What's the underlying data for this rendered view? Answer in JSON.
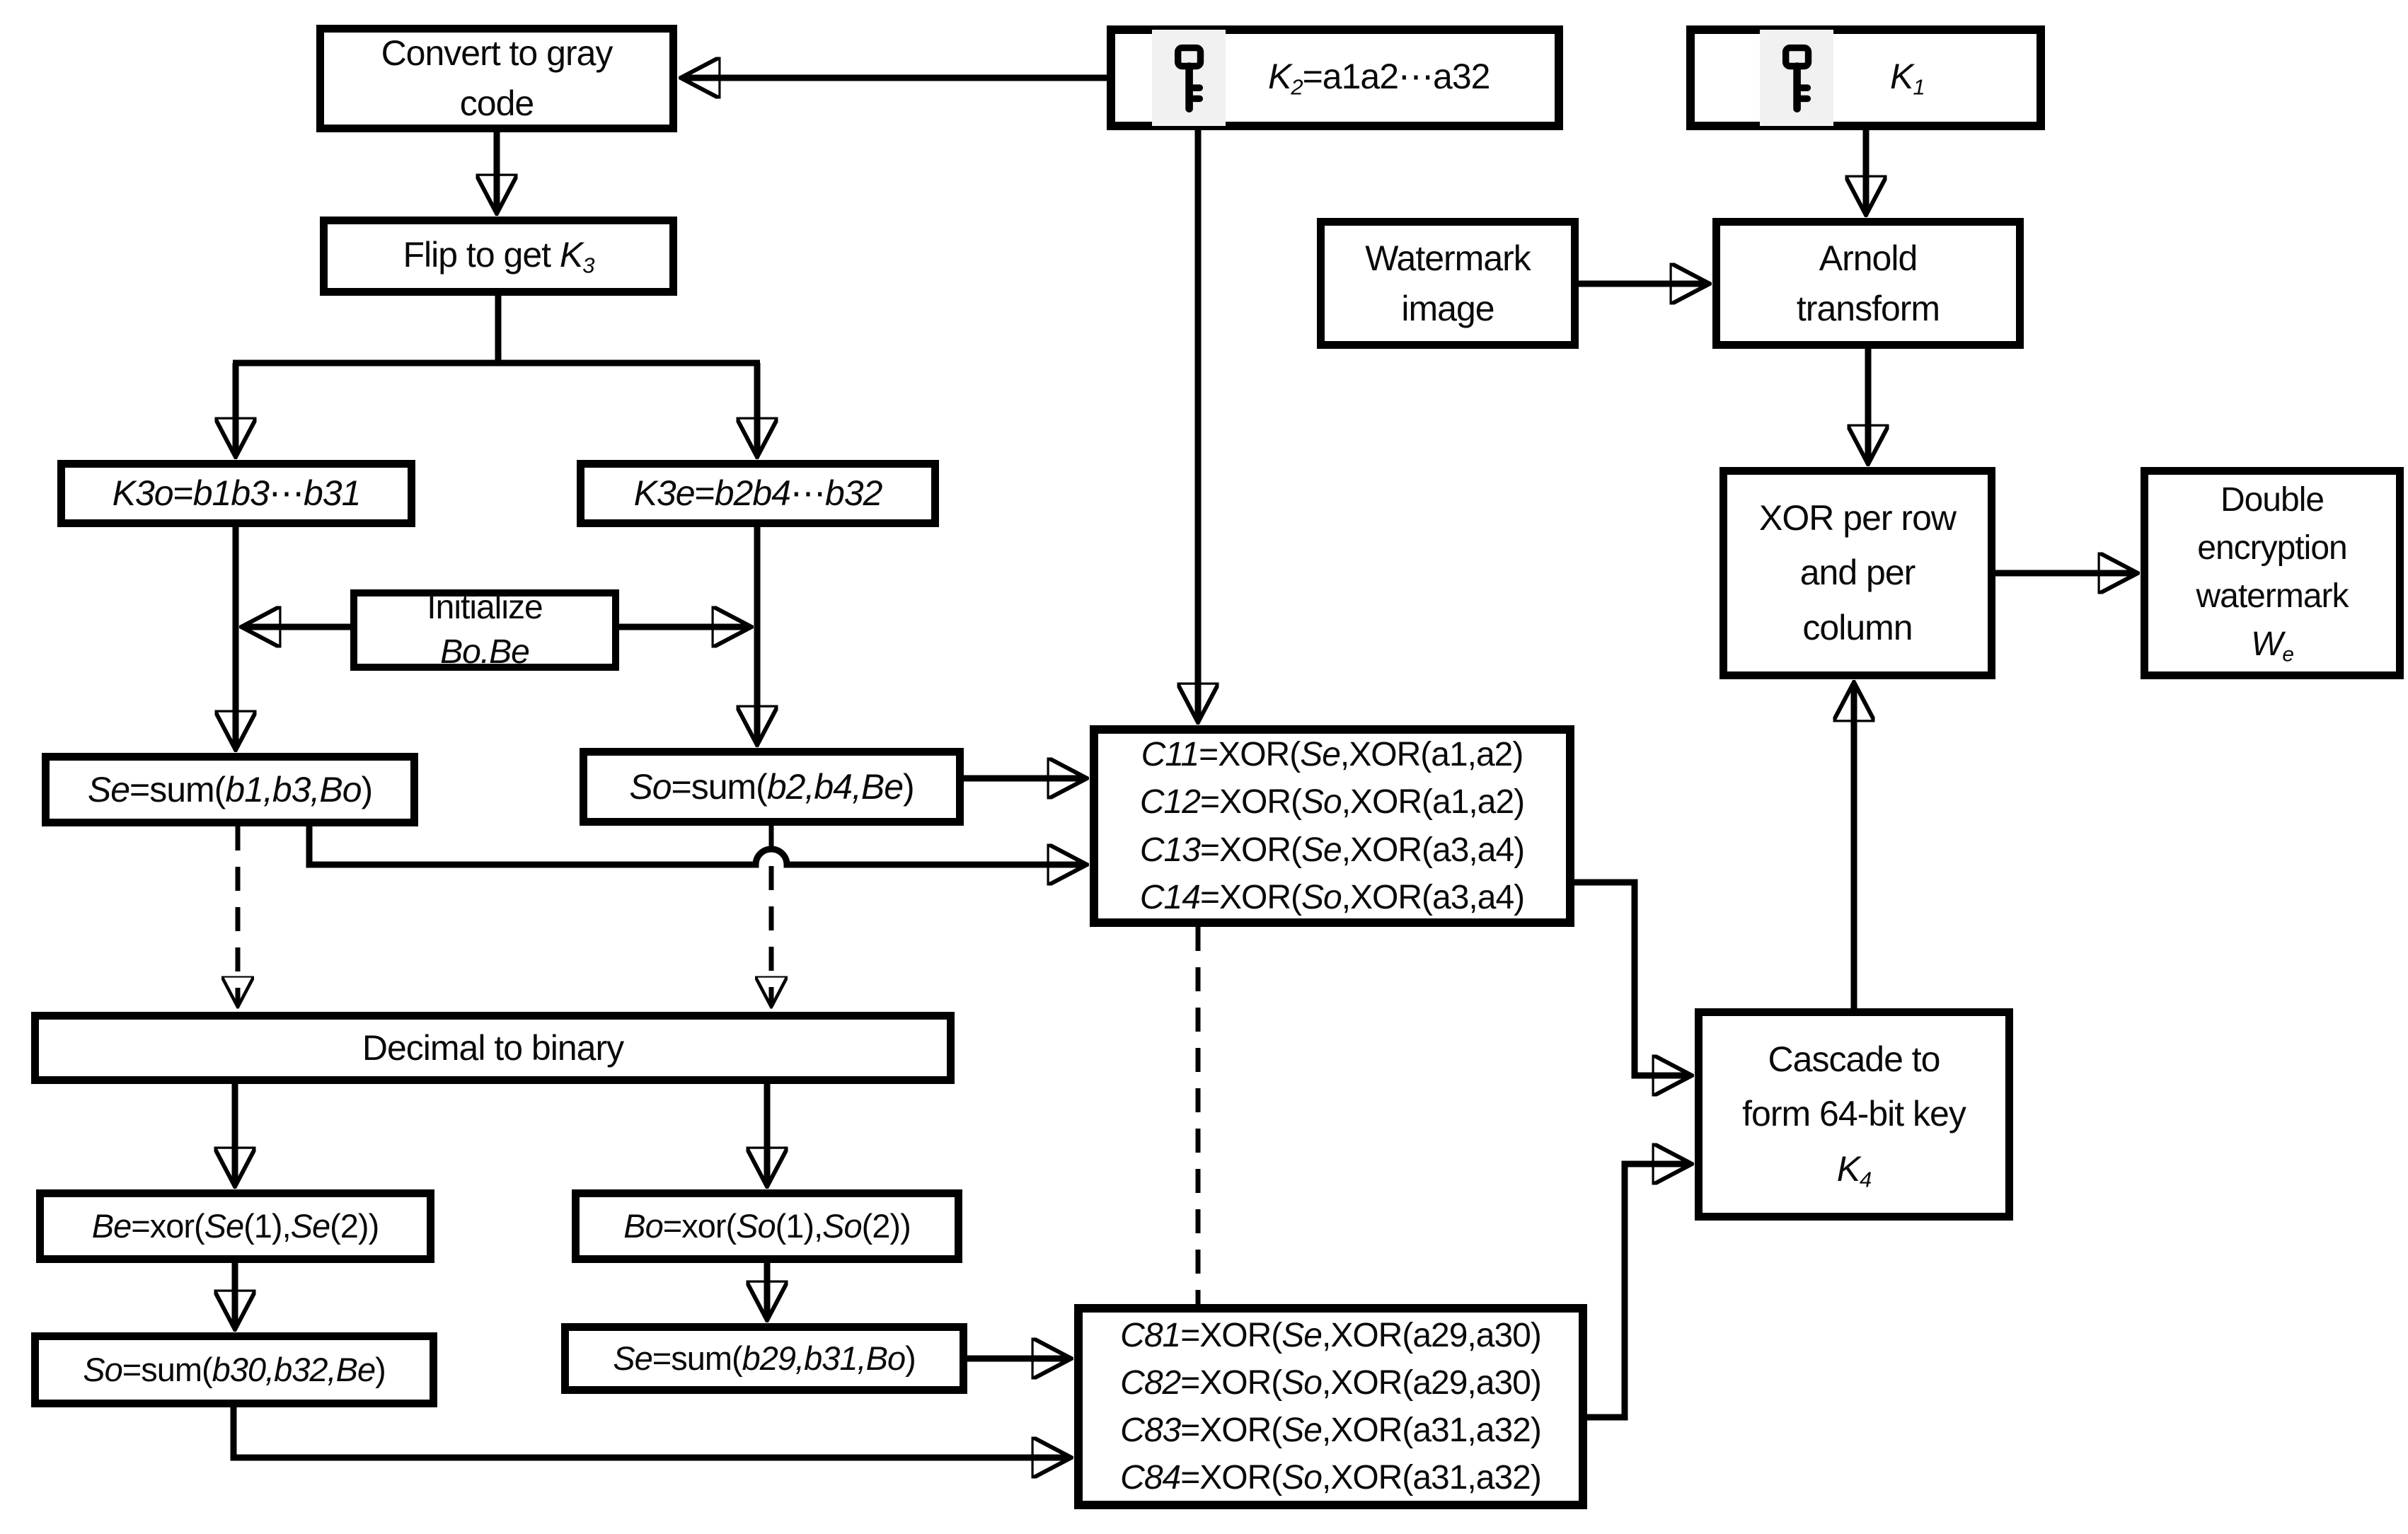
{
  "colors": {
    "stroke": "#000000",
    "box_border": "#000000",
    "box_background": "#ffffff",
    "key_icon_background": "#f1f1f1",
    "text": "#0a0a0a"
  },
  "icons": {
    "k1": "key-icon",
    "k2": "key-icon"
  },
  "diagram": {
    "boxes": {
      "convert": {
        "lines": [
          [
            {
              "t": "Convert to gray"
            }
          ],
          [
            {
              "t": "code"
            }
          ]
        ]
      },
      "flip": {
        "lines": [
          [
            {
              "t": "Flip to get "
            },
            {
              "t": "K",
              "i": 1
            },
            {
              "t": "3",
              "i": 1,
              "s": 1
            }
          ]
        ]
      },
      "k3o": {
        "lines": [
          [
            {
              "t": "K3o",
              "i": 1
            },
            {
              "t": "="
            },
            {
              "t": "b1b3",
              "i": 1
            },
            {
              "t": "⋯"
            },
            {
              "t": "b31",
              "i": 1
            }
          ]
        ]
      },
      "k3e": {
        "lines": [
          [
            {
              "t": "K3e",
              "i": 1
            },
            {
              "t": "="
            },
            {
              "t": "b2b4",
              "i": 1
            },
            {
              "t": "⋯"
            },
            {
              "t": "b32",
              "i": 1
            }
          ]
        ]
      },
      "init": {
        "lines": [
          [
            {
              "t": "Initialize"
            }
          ],
          [
            {
              "t": "Bo.Be",
              "i": 1
            }
          ]
        ]
      },
      "se1": {
        "lines": [
          [
            {
              "t": "Se",
              "i": 1
            },
            {
              "t": "=sum("
            },
            {
              "t": "b1,b3,Bo",
              "i": 1
            },
            {
              "t": ")"
            }
          ]
        ]
      },
      "so1": {
        "lines": [
          [
            {
              "t": "So",
              "i": 1
            },
            {
              "t": "=sum("
            },
            {
              "t": "b2,b4,Be",
              "i": 1
            },
            {
              "t": ")"
            }
          ]
        ]
      },
      "dec2bin": {
        "lines": [
          [
            {
              "t": "Decimal to binary"
            }
          ]
        ]
      },
      "be": {
        "lines": [
          [
            {
              "t": "Be",
              "i": 1
            },
            {
              "t": "=xor("
            },
            {
              "t": "Se",
              "i": 1
            },
            {
              "t": "(1),"
            },
            {
              "t": "Se",
              "i": 1
            },
            {
              "t": "(2))"
            }
          ]
        ]
      },
      "bo": {
        "lines": [
          [
            {
              "t": "Bo",
              "i": 1
            },
            {
              "t": "=xor("
            },
            {
              "t": "So",
              "i": 1
            },
            {
              "t": "(1),"
            },
            {
              "t": "So",
              "i": 1
            },
            {
              "t": "(2))"
            }
          ]
        ]
      },
      "so2": {
        "lines": [
          [
            {
              "t": "So",
              "i": 1
            },
            {
              "t": "=sum("
            },
            {
              "t": "b30,b32,Be",
              "i": 1
            },
            {
              "t": ")"
            }
          ]
        ]
      },
      "se2": {
        "lines": [
          [
            {
              "t": "Se",
              "i": 1
            },
            {
              "t": "=sum("
            },
            {
              "t": "b29,b31,Bo",
              "i": 1
            },
            {
              "t": ")"
            }
          ]
        ]
      },
      "k2": {
        "lines": [
          [
            {
              "t": "K",
              "i": 1
            },
            {
              "t": "2",
              "i": 1,
              "s": 1
            },
            {
              "t": "=a1a2⋯a32"
            }
          ]
        ]
      },
      "k1": {
        "lines": [
          [
            {
              "t": "K",
              "i": 1
            },
            {
              "t": "1",
              "i": 1,
              "s": 1
            }
          ]
        ]
      },
      "watermark": {
        "lines": [
          [
            {
              "t": "Watermark"
            }
          ],
          [
            {
              "t": "image"
            }
          ]
        ]
      },
      "arnold": {
        "lines": [
          [
            {
              "t": "Arnold"
            }
          ],
          [
            {
              "t": "transform"
            }
          ]
        ]
      },
      "xor": {
        "lines": [
          [
            {
              "t": "XOR per row"
            }
          ],
          [
            {
              "t": "and per"
            }
          ],
          [
            {
              "t": "column"
            }
          ]
        ]
      },
      "dbl": {
        "lines": [
          [
            {
              "t": "Double"
            }
          ],
          [
            {
              "t": "encryption"
            }
          ],
          [
            {
              "t": "watermark"
            }
          ],
          [
            {
              "t": "W",
              "i": 1
            },
            {
              "t": "e",
              "i": 1,
              "s": 1
            }
          ]
        ]
      },
      "c1": {
        "lines": [
          [
            {
              "t": "C11",
              "i": 1
            },
            {
              "t": "=XOR("
            },
            {
              "t": "Se",
              "i": 1
            },
            {
              "t": ",XOR(a1,a2)"
            }
          ],
          [
            {
              "t": "C12",
              "i": 1
            },
            {
              "t": "=XOR("
            },
            {
              "t": "So",
              "i": 1
            },
            {
              "t": ",XOR(a1,a2)"
            }
          ],
          [
            {
              "t": "C13",
              "i": 1
            },
            {
              "t": "=XOR("
            },
            {
              "t": "Se",
              "i": 1
            },
            {
              "t": ",XOR(a3,a4)"
            }
          ],
          [
            {
              "t": "C14",
              "i": 1
            },
            {
              "t": "=XOR("
            },
            {
              "t": "So",
              "i": 1
            },
            {
              "t": ",XOR(a3,a4)"
            }
          ]
        ]
      },
      "cascade": {
        "lines": [
          [
            {
              "t": "Cascade to"
            }
          ],
          [
            {
              "t": "form 64-bit key"
            }
          ],
          [
            {
              "t": "K",
              "i": 1
            },
            {
              "t": "4",
              "i": 1,
              "s": 1
            }
          ]
        ]
      },
      "c8": {
        "lines": [
          [
            {
              "t": "C81",
              "i": 1
            },
            {
              "t": "=XOR("
            },
            {
              "t": "Se",
              "i": 1
            },
            {
              "t": ",XOR(a29,a30)"
            }
          ],
          [
            {
              "t": "C82",
              "i": 1
            },
            {
              "t": "=XOR("
            },
            {
              "t": "So",
              "i": 1
            },
            {
              "t": ",XOR(a29,a30)"
            }
          ],
          [
            {
              "t": "C83",
              "i": 1
            },
            {
              "t": "=XOR("
            },
            {
              "t": "Se",
              "i": 1
            },
            {
              "t": ",XOR(a31,a32)"
            }
          ],
          [
            {
              "t": "C84",
              "i": 1
            },
            {
              "t": "=XOR("
            },
            {
              "t": "So",
              "i": 1
            },
            {
              "t": ",XOR(a31,a32)"
            }
          ]
        ]
      }
    }
  }
}
